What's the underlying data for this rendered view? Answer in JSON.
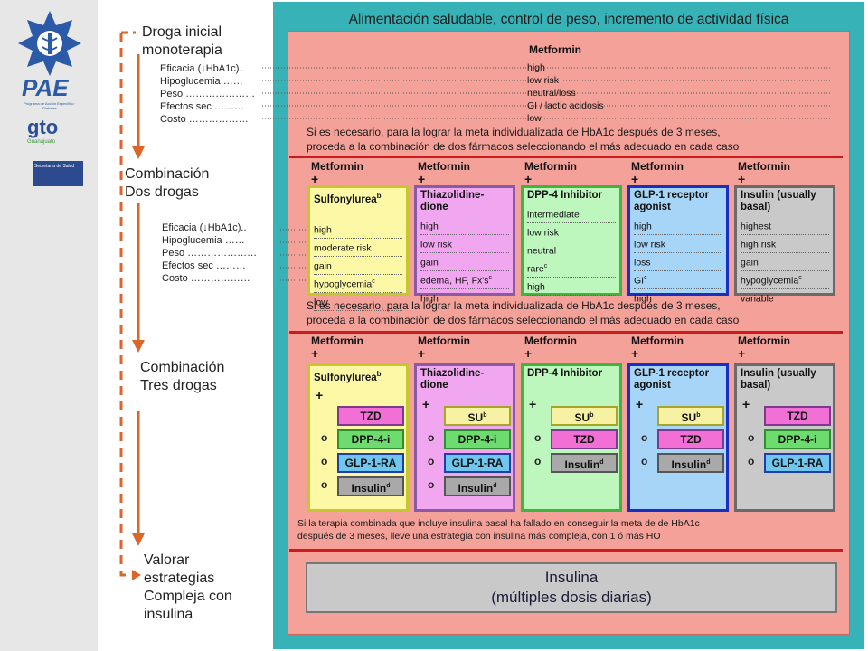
{
  "sidebar": {
    "logo_text": "PAE",
    "logo_subtitle": "Programa de Acción Específico · Diabetes",
    "gto_text": "gto",
    "gto_sub": "Guanajuato",
    "badge_text": "Secretaría de Salud"
  },
  "flow": {
    "step1": [
      "Droga inicial",
      "monoterapia"
    ],
    "step2": [
      "Combinación",
      "Dos drogas"
    ],
    "step3": [
      "Combinación",
      "Tres drogas"
    ],
    "step4": [
      "Valorar",
      "estrategias",
      "Compleja con",
      "insulina"
    ],
    "params1": [
      "Eficacia (↓HbA1c)..",
      "Hipoglucemia ……",
      "Peso …………………",
      "Efectos sec ………",
      "Costo ………………"
    ],
    "params2": [
      "Eficacia (↓HbA1c)..",
      "Hipoglucemia ……",
      "Peso …………………",
      "Efectos sec ………",
      "Costo ………………"
    ]
  },
  "main": {
    "title": "Alimentación saludable, control de peso, incremento de actividad física",
    "mono": {
      "title": "Metformin",
      "values": [
        "high",
        "low risk",
        "neutral/loss",
        "GI / lactic acidosis",
        "low"
      ]
    },
    "note1": [
      "Si es necesario, para la lograr  la meta individualizada de HbA1c después de 3 meses,",
      "proceda a la combinación de dos fármacos seleccionando el más adecuado en cada caso"
    ],
    "note2": [
      "Si es necesario, para la lograr  la meta individualizada de HbA1c después de 3 meses,",
      "proceda a la combinación de dos fármacos seleccionando el más adecuado en cada caso"
    ],
    "note3": [
      "Si la terapia combinada que incluye insulina basal ha fallado en conseguir la meta de de HbA1c",
      "después de 3 meses, lleve una estrategia con insulina más compleja, con 1 ó más HO"
    ],
    "metformin_label": "Metformin",
    "plus": "+",
    "or_letter": "o",
    "dual": [
      {
        "name": [
          "Sulfonylurea",
          "b"
        ],
        "vals": [
          "high",
          "moderate risk",
          "gain",
          "hypoglycemia",
          "low"
        ],
        "sup": [
          "",
          "",
          "",
          "c",
          ""
        ]
      },
      {
        "name": [
          "Thiazolidine-",
          "dione"
        ],
        "vals": [
          "high",
          "low risk",
          "gain",
          "edema, HF, Fx's",
          "high"
        ],
        "sup": [
          "",
          "",
          "",
          "c",
          ""
        ]
      },
      {
        "name": [
          "DPP-4 Inhibitor",
          ""
        ],
        "vals": [
          "intermediate",
          "low risk",
          "neutral",
          "rare",
          "high"
        ],
        "sup": [
          "",
          "",
          "",
          "c",
          ""
        ]
      },
      {
        "name": [
          "GLP-1 receptor",
          "agonist"
        ],
        "vals": [
          "high",
          "low risk",
          "loss",
          "GI",
          "high"
        ],
        "sup": [
          "",
          "",
          "",
          "c",
          ""
        ]
      },
      {
        "name": [
          "Insulin (usually",
          "basal)"
        ],
        "vals": [
          "highest",
          "high risk",
          "gain",
          "hypoglycemia",
          "variable"
        ],
        "sup": [
          "",
          "",
          "",
          "c",
          ""
        ]
      }
    ],
    "triple": [
      {
        "name": [
          "Sulfonylurea",
          "b"
        ],
        "chips": [
          "TZD",
          "DPP-4-i",
          "GLP-1-RA",
          "Insulin"
        ]
      },
      {
        "name": [
          "Thiazolidine-",
          "dione"
        ],
        "chips": [
          "SU",
          "DPP-4-i",
          "GLP-1-RA",
          "Insulin"
        ]
      },
      {
        "name": [
          "DPP-4 Inhibitor",
          ""
        ],
        "chips": [
          "SU",
          "TZD",
          "Insulin"
        ]
      },
      {
        "name": [
          "GLP-1 receptor",
          "agonist"
        ],
        "chips": [
          "SU",
          "TZD",
          "Insulin"
        ]
      },
      {
        "name": [
          "Insulin (usually",
          "basal)"
        ],
        "chips": [
          "TZD",
          "DPP-4-i",
          "GLP-1-RA"
        ]
      }
    ],
    "insulin_final": [
      "Insulina",
      "(múltiples dosis diarias)"
    ]
  },
  "colors": {
    "panel": "#37b2b6",
    "inner": "#f4a199",
    "arrow": "#d9662b",
    "redline": "#cc1b1b"
  }
}
